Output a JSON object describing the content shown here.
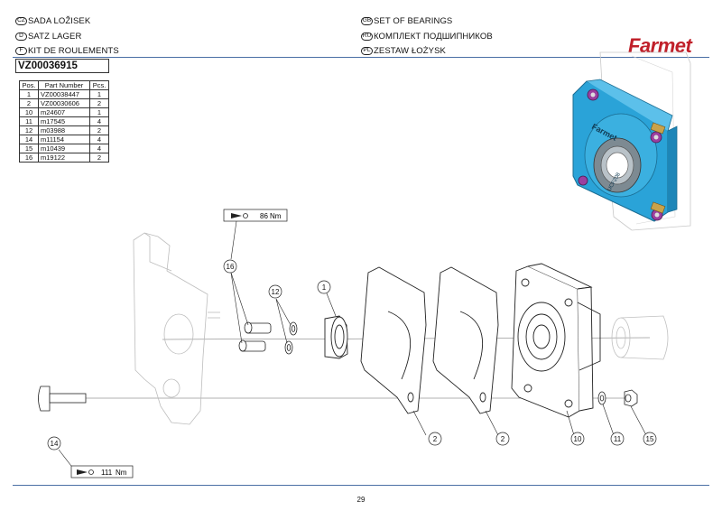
{
  "header": {
    "left": [
      {
        "badge": "CZ",
        "text": "SADA LOŽISEK"
      },
      {
        "badge": "D",
        "text": "SATZ LAGER"
      },
      {
        "badge": "F",
        "text": "KIT DE ROULEMENTS"
      }
    ],
    "right": [
      {
        "badge": "GB",
        "text": "SET OF BEARINGS"
      },
      {
        "badge": "RU",
        "text": "КОМПЛЕКТ ПОДШИПНИКОВ"
      },
      {
        "badge": "PL",
        "text": "ZESTAW ŁOŻYSK"
      }
    ],
    "code": "VZ00036915",
    "logo": "Farmet"
  },
  "parts_table": {
    "columns": [
      "Pos.",
      "Part Number",
      "Pcs."
    ],
    "rows": [
      [
        "1",
        "VZ00038447",
        "1"
      ],
      [
        "2",
        "VZ00030606",
        "2"
      ],
      [
        "10",
        "m24607",
        "1"
      ],
      [
        "11",
        "m17545",
        "4"
      ],
      [
        "12",
        "m03988",
        "2"
      ],
      [
        "14",
        "m11154",
        "4"
      ],
      [
        "15",
        "m10439",
        "4"
      ],
      [
        "16",
        "m19122",
        "2"
      ]
    ]
  },
  "torque": [
    {
      "value": "86",
      "unit": "Nm"
    },
    {
      "value": "111",
      "unit": "Nm"
    }
  ],
  "callouts": [
    "16",
    "12",
    "1",
    "14",
    "2",
    "2",
    "10",
    "11",
    "15"
  ],
  "render_labels": {
    "housing_text": "Farmet",
    "housing_code": "UCF208"
  },
  "colors": {
    "render_blue": "#2aa3d8",
    "render_bolt": "#9b3fa0",
    "logo_red": "#c0202a",
    "rule_blue": "#4a6fa5"
  },
  "footer": {
    "page": "29"
  }
}
